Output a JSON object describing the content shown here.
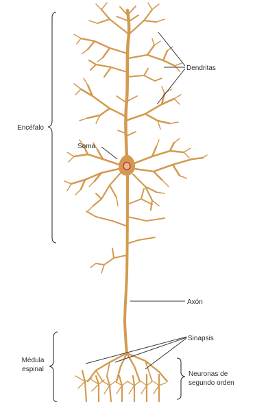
{
  "labels": {
    "encefalo": "Encéfalo",
    "dendritas": "Dendritas",
    "soma": "Soma",
    "axon": "Axón",
    "sinapsis": "Sinapsis",
    "medula_line1": "Médula",
    "medula_line2": "espinal",
    "neuronas_line1": "Neuronas de",
    "neuronas_line2": "segundo orden"
  },
  "colors": {
    "neuron": "#d39a4f",
    "soma_nucleus": "#c0392b",
    "text": "#2a2a2a",
    "lines": "#333333"
  }
}
